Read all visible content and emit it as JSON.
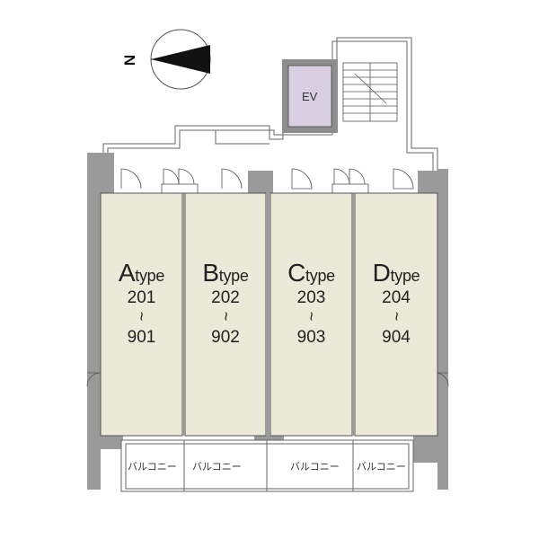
{
  "compass": {
    "label": "N",
    "icon": "north-arrow-icon"
  },
  "elevator": {
    "label": "EV"
  },
  "units": [
    {
      "letter": "A",
      "suffix": "type",
      "from": "201",
      "range_mark": "~",
      "to": "901"
    },
    {
      "letter": "B",
      "suffix": "type",
      "from": "202",
      "range_mark": "~",
      "to": "902"
    },
    {
      "letter": "C",
      "suffix": "type",
      "from": "203",
      "range_mark": "~",
      "to": "903"
    },
    {
      "letter": "D",
      "suffix": "type",
      "from": "204",
      "range_mark": "~",
      "to": "904"
    }
  ],
  "balconies": [
    {
      "label": "バルコニー"
    },
    {
      "label": "バルコニー"
    },
    {
      "label": "バルコニー"
    },
    {
      "label": "バルコニー"
    }
  ],
  "colors": {
    "unit_fill": "#ebe9d8",
    "wall": "#9a9a9a",
    "ev_fill": "#d8cfe3"
  }
}
